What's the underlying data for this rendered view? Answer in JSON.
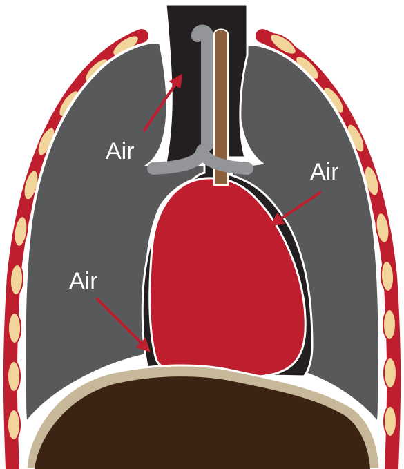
{
  "labels": {
    "air_upper_left": "Air",
    "air_right": "Air",
    "air_lower_left": "Air"
  },
  "colors": {
    "background": "#ffffff",
    "lung": "#58595b",
    "mediastinum": "#231f20",
    "heart": "#be1e2d",
    "trachea": "#939598",
    "esophagus": "#8b5e3c",
    "diaphragm_band": "#c7b89a",
    "abdomen": "#3c2415",
    "rib_red": "#be1e2d",
    "rib_bone": "#f2d59a",
    "arrow": "#be1e2d",
    "label_text": "#ffffff"
  }
}
